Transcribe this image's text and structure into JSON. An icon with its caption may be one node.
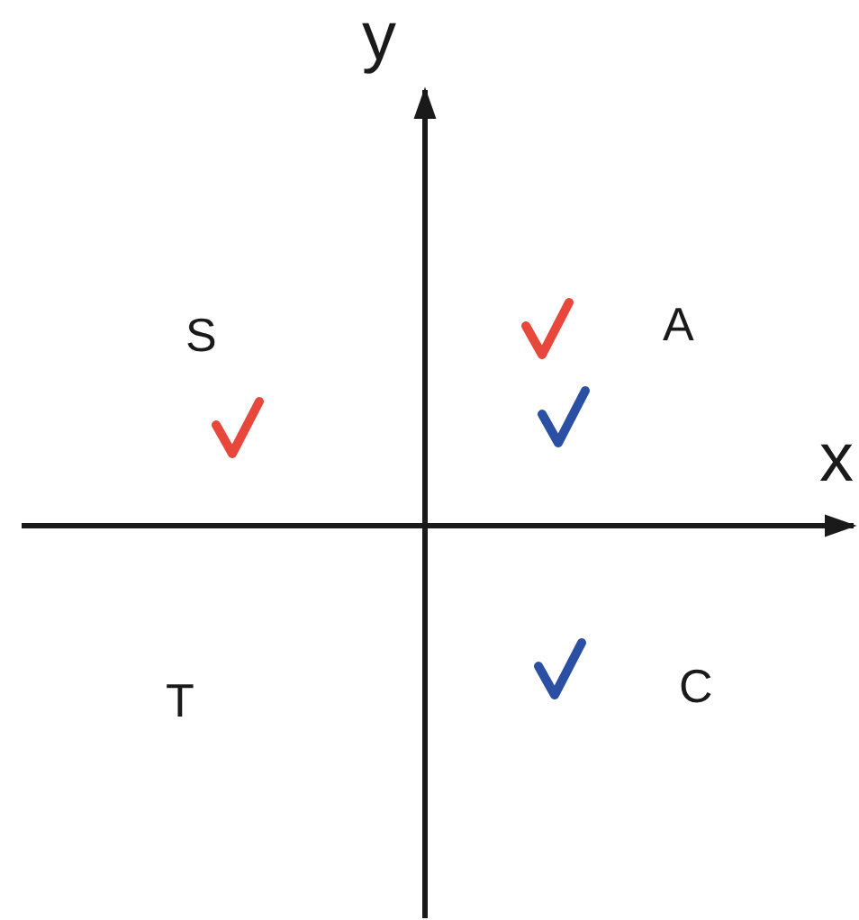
{
  "diagram": {
    "labels": [
      "y",
      "S",
      "A",
      "x",
      "T",
      "C"
    ]
  }
}
